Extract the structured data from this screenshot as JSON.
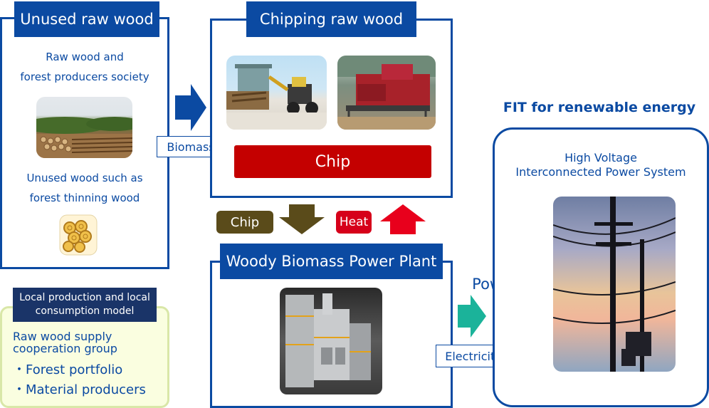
{
  "unused": {
    "title": "Unused raw wood",
    "line1": "Raw wood and",
    "line2": "forest producers society",
    "line3": "Unused wood such as",
    "line4": "forest thinning wood"
  },
  "biomass_tag": "Biomass",
  "chipping": {
    "title": "Chipping raw wood",
    "chip_label": "Chip"
  },
  "flow": {
    "chip_label": "Chip",
    "heat_label": "Heat"
  },
  "plant": {
    "title": "Woody Biomass Power Plant"
  },
  "power_sales": "Power sales",
  "electricity_tag": "Electricity",
  "fit": {
    "heading": "FIT for renewable energy",
    "line1": "High Voltage",
    "line2": "Interconnected Power System"
  },
  "local": {
    "title_line1": "Local production and local",
    "title_line2": "consumption model",
    "group_line1": "Raw wood supply",
    "group_line2": "cooperation group",
    "items": [
      "・Forest portfolio",
      "・Material producers"
    ]
  },
  "colors": {
    "blue": "#0b4aa2",
    "red": "#c40000",
    "olive": "#5a4b1a",
    "teal": "#1bb39a",
    "light_green": "#fafee0"
  }
}
